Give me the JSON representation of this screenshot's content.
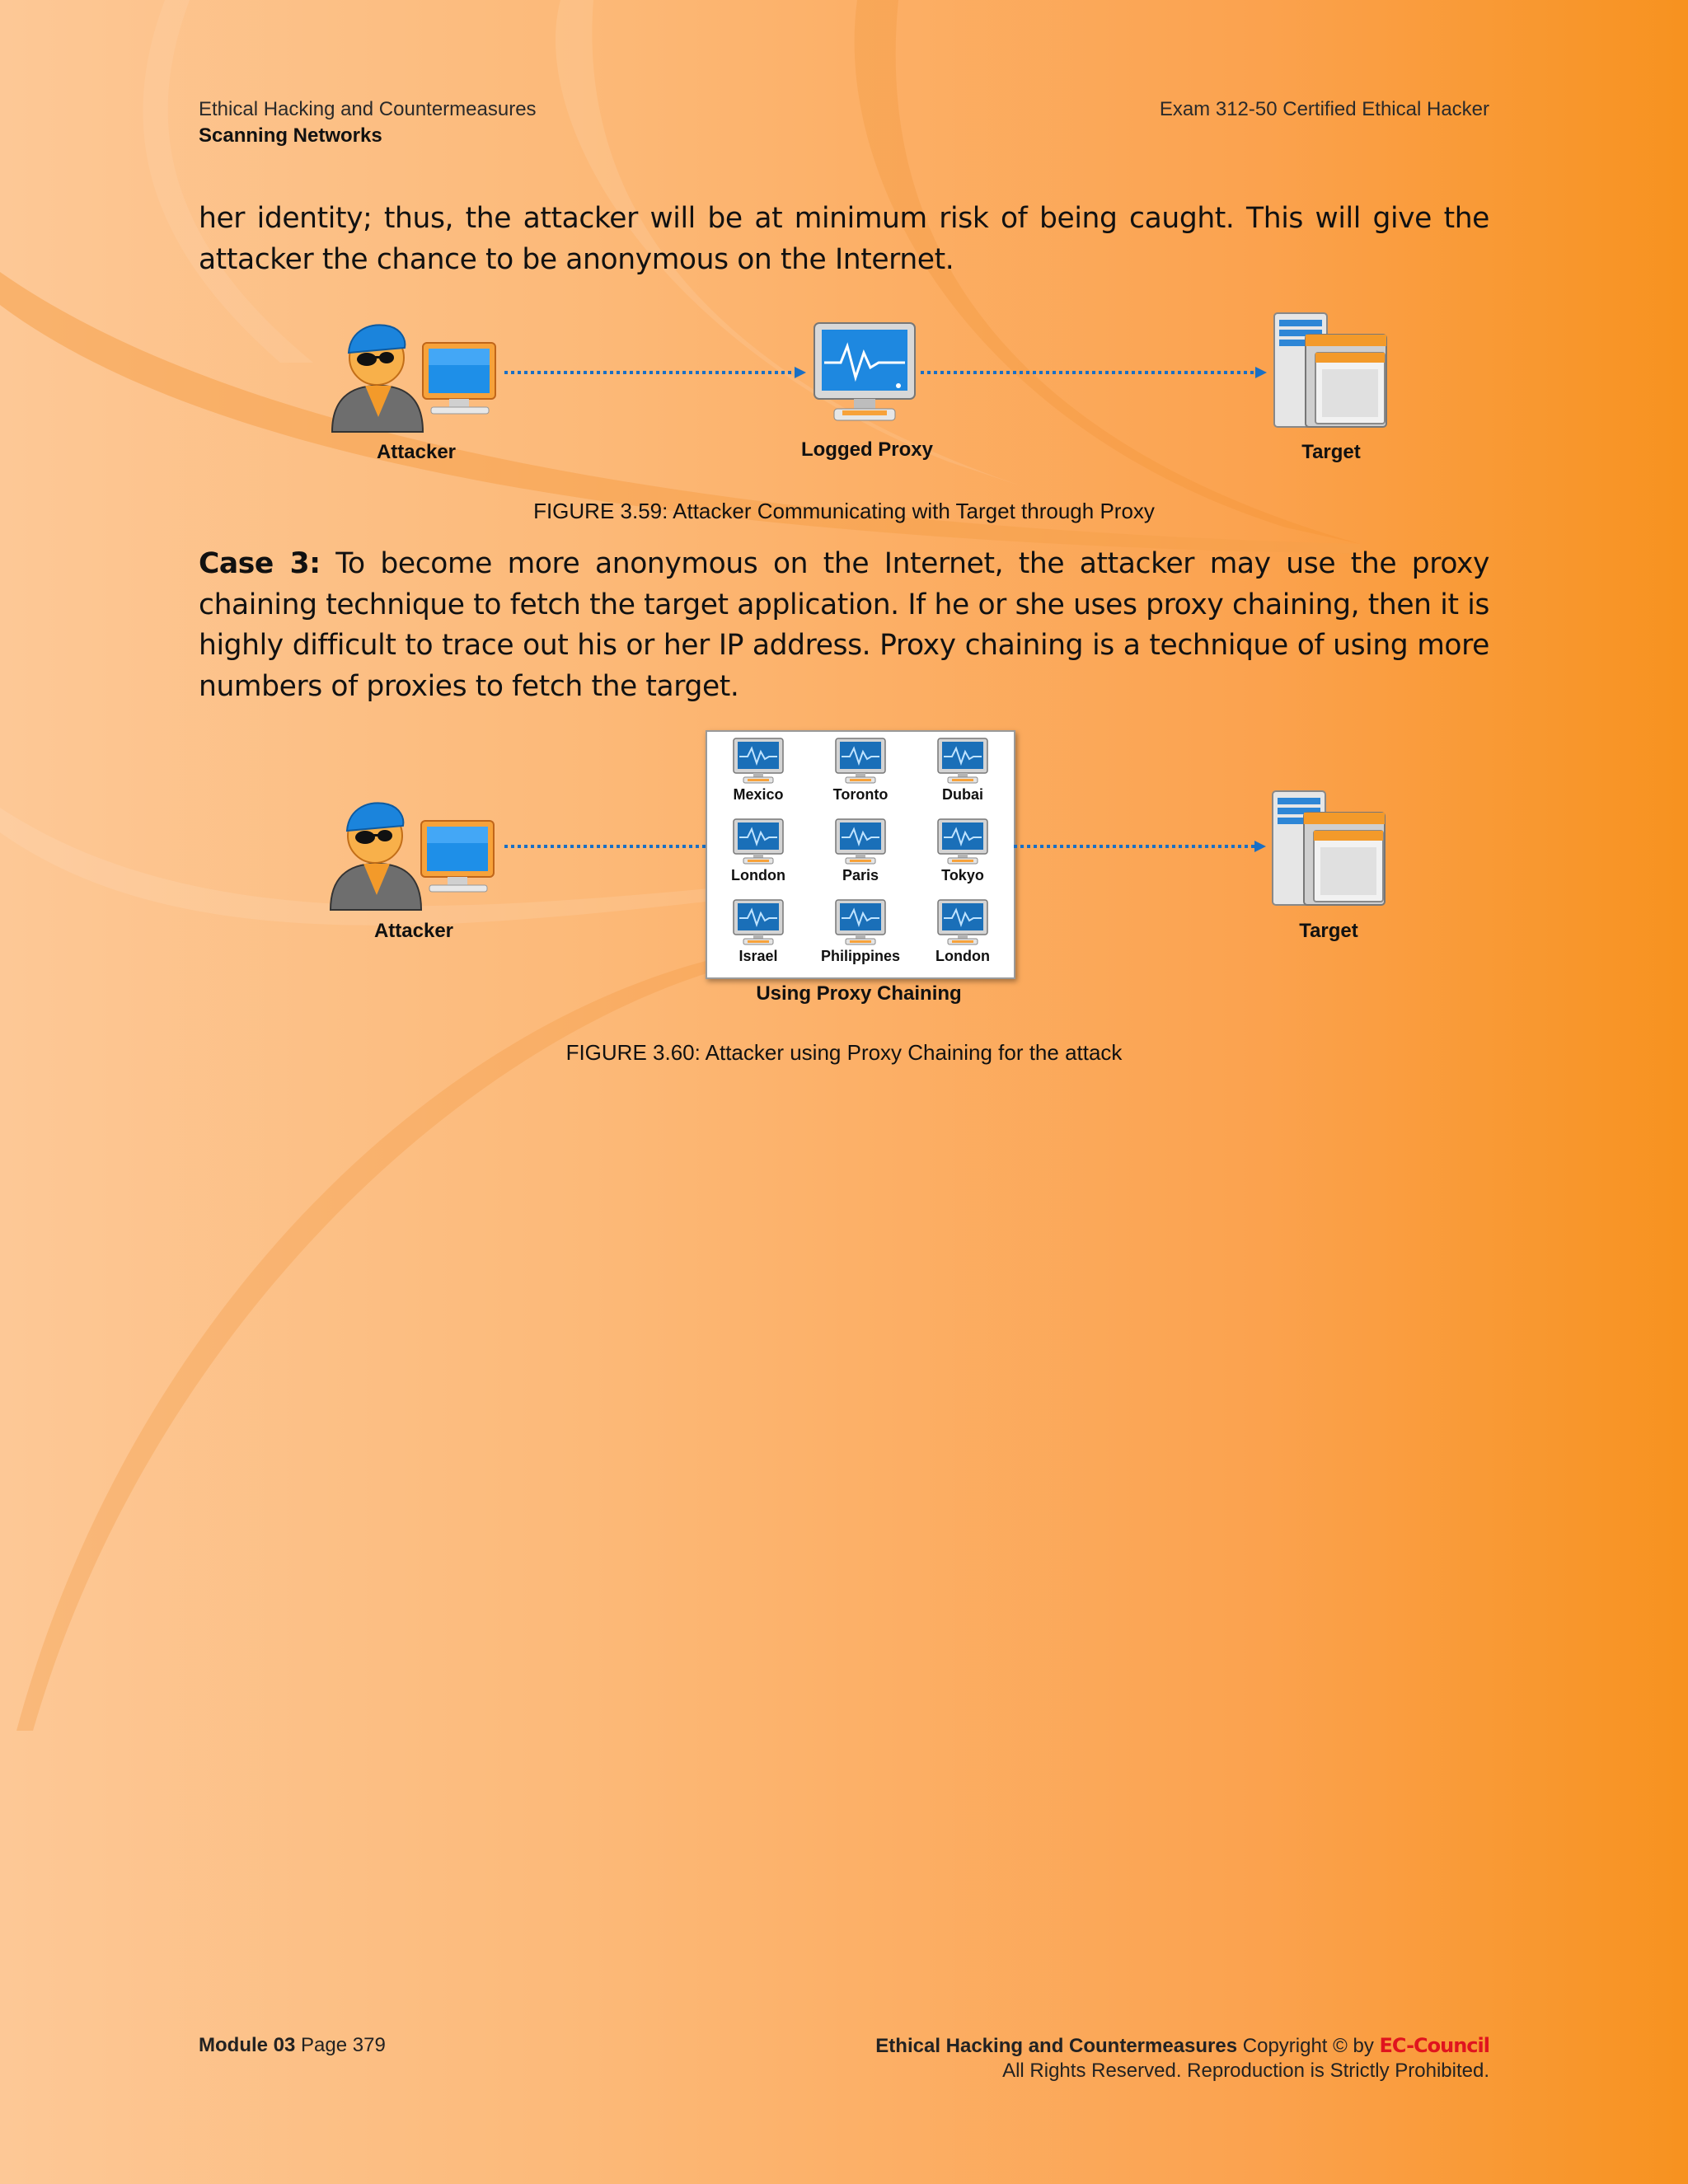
{
  "header": {
    "left_title": "Ethical Hacking and Countermeasures",
    "left_subtitle": "Scanning Networks",
    "right_title": "Exam 312-50 Certified Ethical Hacker"
  },
  "body": {
    "para1": "her identity; thus, the attacker will be at minimum risk of being caught. This will give the attacker the chance to be anonymous on the Internet.",
    "case3_label": "Case 3:",
    "case3_text": " To become more anonymous on the Internet, the attacker may use the proxy chaining technique to fetch the target application. If he or she uses proxy chaining, then it is highly difficult to trace out his or her IP address. Proxy chaining is a technique of using more numbers of proxies to fetch the target."
  },
  "figure1": {
    "attacker_label": "Attacker",
    "proxy_label": "Logged Proxy",
    "target_label": "Target",
    "caption": "FIGURE 3.59: Attacker Communicating with Target through Proxy"
  },
  "figure2": {
    "attacker_label": "Attacker",
    "target_label": "Target",
    "chain_label": "Using Proxy Chaining",
    "proxies": [
      "Mexico",
      "Toronto",
      "Dubai",
      "London",
      "Paris",
      "Tokyo",
      "Israel",
      "Philippines",
      "London"
    ],
    "caption": "FIGURE 3.60: Attacker using Proxy Chaining for the attack"
  },
  "footer": {
    "module": "Module 03",
    "page": " Page 379",
    "brand": "Ethical Hacking and Countermeasures",
    "copyright": " Copyright © by ",
    "council": "EC-Council",
    "rights": "All Rights Reserved. Reproduction is Strictly Prohibited."
  },
  "colors": {
    "arrow": "#1a6fc4",
    "council": "#e0141e"
  },
  "icons": [
    "attacker-icon",
    "proxy-monitor-icon",
    "target-server-icon"
  ]
}
